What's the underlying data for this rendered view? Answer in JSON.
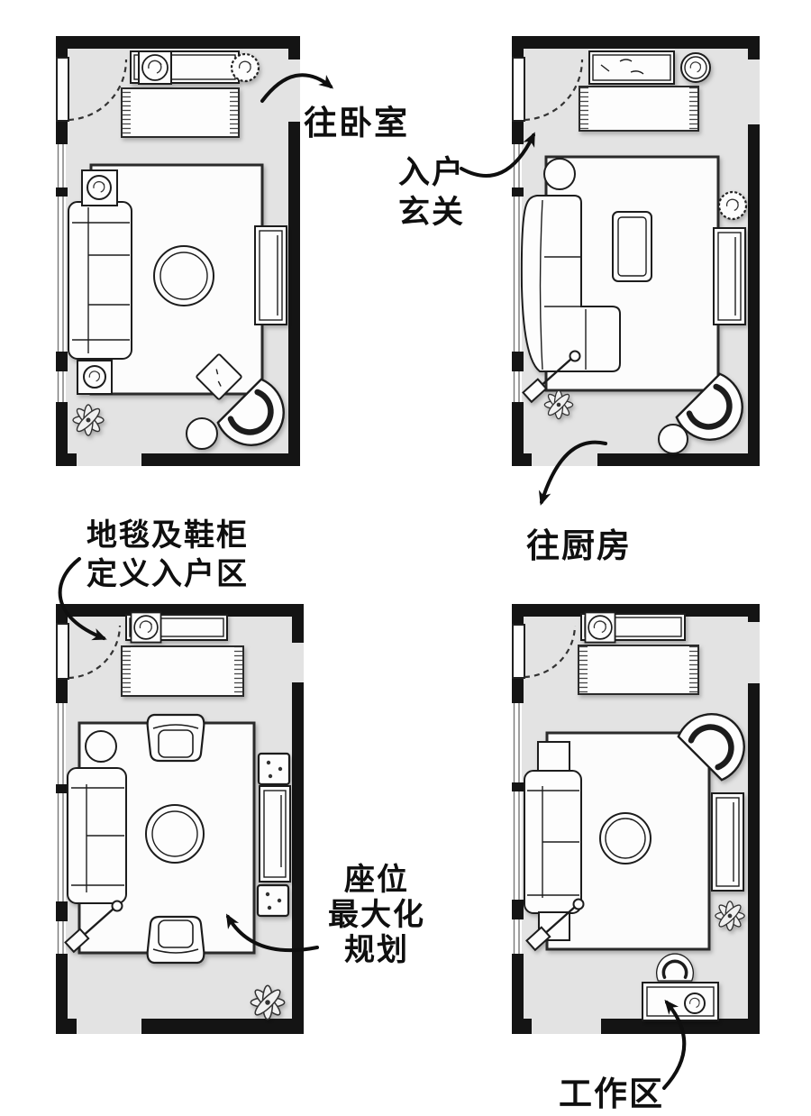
{
  "colors": {
    "background": "#ffffff",
    "floor": "#e3e3e3",
    "wall": "#141414",
    "furniture_fill": "#fdfdfd",
    "outline": "#1f1f1f",
    "annotation_text": "#0f0f0f"
  },
  "annotations": {
    "to_bedroom": "往卧室",
    "entry_foyer_line1": "入户",
    "entry_foyer_line2": "玄关",
    "to_kitchen": "往厨房",
    "entry_zone_line1": "地毯及鞋柜",
    "entry_zone_line2": "定义入户区",
    "seating_line1": "座位",
    "seating_line2": "最大化",
    "seating_line3": "规划",
    "work_area": "工作区"
  },
  "plans": [
    {
      "position": "top-left",
      "furniture": [
        "entry-door",
        "shoe-cabinet",
        "potted-plant",
        "round-plant",
        "doormat",
        "area-rug",
        "sofa",
        "plant-side-table",
        "plant-side-table",
        "round-coffee-table",
        "media-console",
        "diamond-side-table",
        "barrel-armchair",
        "stool",
        "leafy-plant"
      ]
    },
    {
      "position": "top-right",
      "furniture": [
        "entry-door",
        "decor-sideboard",
        "potted-plant",
        "doormat",
        "area-rug",
        "round-side-table",
        "l-shaped-sofa",
        "rect-coffee-table",
        "round-plant",
        "media-console",
        "floor-lamp",
        "leafy-plant",
        "barrel-armchair",
        "stool"
      ]
    },
    {
      "position": "bottom-left",
      "furniture": [
        "entry-door",
        "shoe-cabinet",
        "potted-plant",
        "doormat",
        "area-rug",
        "round-side-table",
        "armchair",
        "sofa",
        "round-coffee-table",
        "cube-table",
        "cube-table",
        "media-console",
        "armchair",
        "floor-lamp",
        "leafy-plant"
      ]
    },
    {
      "position": "bottom-right",
      "furniture": [
        "entry-door",
        "shoe-cabinet",
        "potted-plant",
        "doormat",
        "area-rug",
        "barrel-armchair",
        "square-side-table",
        "sofa",
        "round-coffee-table",
        "media-console",
        "square-side-table",
        "floor-lamp",
        "leafy-plant",
        "desk",
        "desk-chair"
      ]
    }
  ]
}
